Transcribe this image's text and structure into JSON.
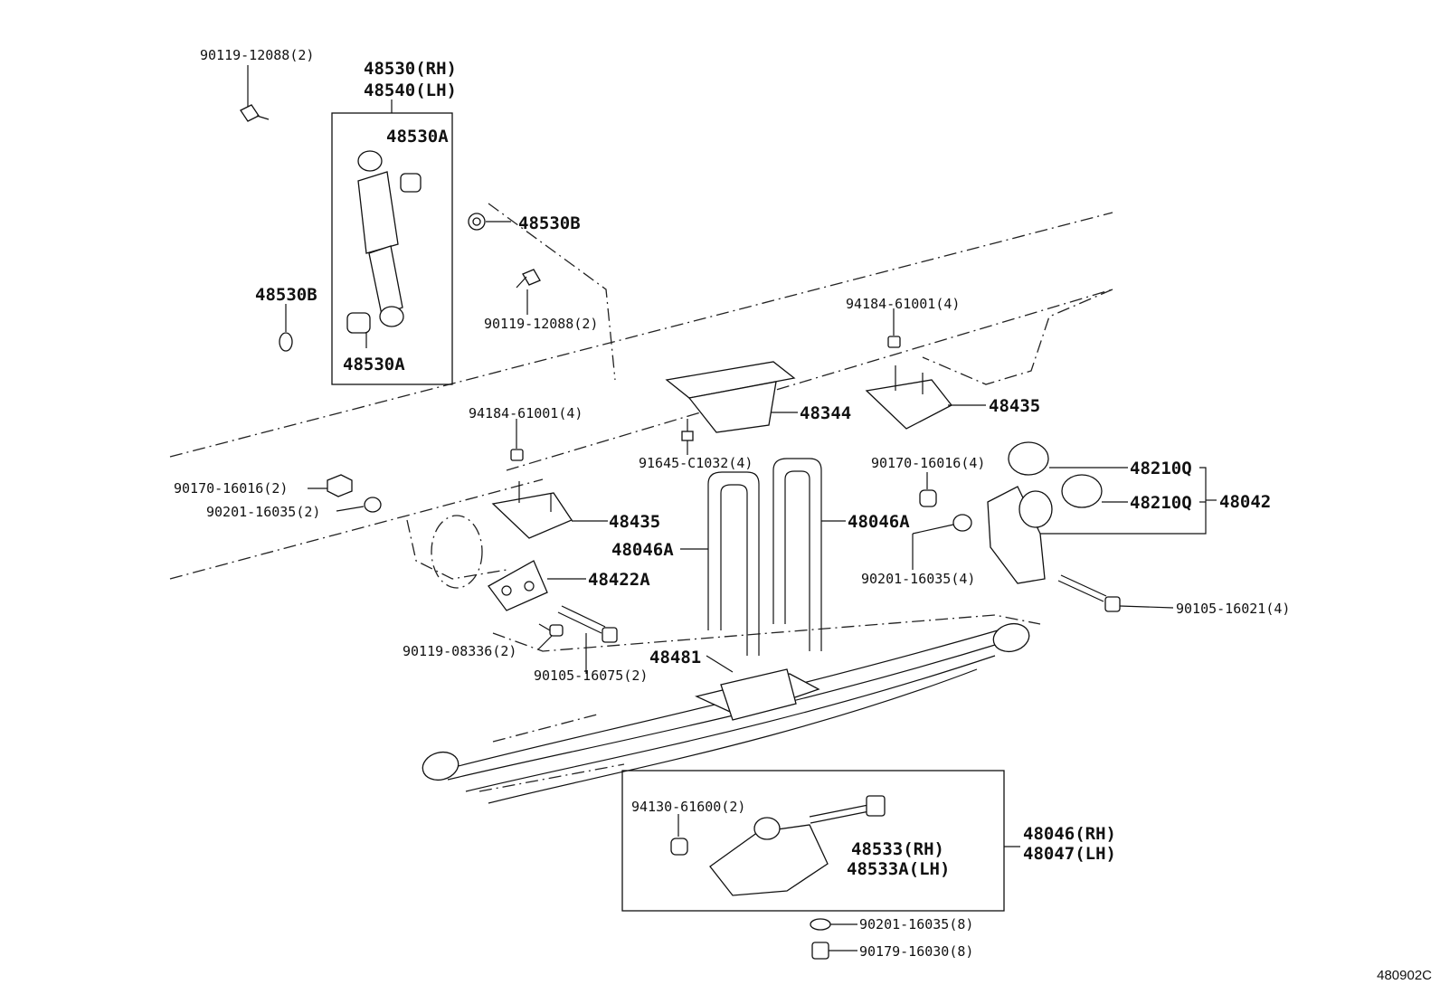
{
  "labels": {
    "l_90119_12088_top": "90119-12088(2)",
    "l_48530_rh": "48530(RH)",
    "l_48540_lh": "48540(LH)",
    "l_48530a_top": "48530A",
    "l_48530b_right": "48530B",
    "l_48530b_left": "48530B",
    "l_90119_12088_mid": "90119-12088(2)",
    "l_48530a_bottom": "48530A",
    "l_94184_right": "94184-61001(4)",
    "l_48344": "48344",
    "l_48435_right": "48435",
    "l_94184_left": "94184-61001(4)",
    "l_91645": "91645-C1032(4)",
    "l_90170_right": "90170-16016(4)",
    "l_48210q_1": "48210Q",
    "l_48210q_2": "48210Q",
    "l_48042": "48042",
    "l_90170_left": "90170-16016(2)",
    "l_90201_left": "90201-16035(2)",
    "l_48435_left": "48435",
    "l_48046a_right": "48046A",
    "l_48046a_left": "48046A",
    "l_90201_right": "90201-16035(4)",
    "l_48422a": "48422A",
    "l_90105_16021": "90105-16021(4)",
    "l_90119_08336": "90119-08336(2)",
    "l_90105_16075": "90105-16075(2)",
    "l_48481": "48481",
    "l_94130": "94130-61600(2)",
    "l_48533_rh": "48533(RH)",
    "l_48533a_lh": "48533A(LH)",
    "l_48046_rh": "48046(RH)",
    "l_48047_lh": "48047(LH)",
    "l_90201_bottom": "90201-16035(8)",
    "l_90179": "90179-16030(8)"
  },
  "diagram_code": "480902C"
}
